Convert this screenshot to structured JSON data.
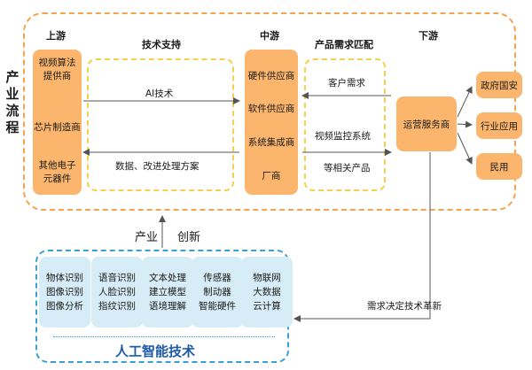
{
  "process_label": "产业流程",
  "headers": {
    "upstream": "上游",
    "tech_support": "技术支持",
    "midstream": "中游",
    "demand_match": "产品需求匹配",
    "downstream": "下游"
  },
  "upstream_items": [
    "视频算法\n提供商",
    "芯片制造商",
    "其他电子\n元器件"
  ],
  "tech_support": {
    "ai_tech": "AI技术",
    "data_solution": "数据、改进处理方案"
  },
  "midstream_items": [
    "硬件供应商",
    "软件供应商",
    "系统集成商",
    "厂商"
  ],
  "demand_items": {
    "customer_demand": "客户需求",
    "video_system": "视频监控系统",
    "related_products": "等相关产品"
  },
  "service_provider": "运营服务商",
  "downstream_items": [
    "政府国安",
    "行业应用",
    "民用"
  ],
  "feedback": {
    "industry": "产业",
    "innovation": "创新",
    "demand_driven": "需求决定技术革新"
  },
  "ai_technologies": {
    "title": "人工智能技术",
    "groups": [
      "物体识别\n图像识别\n图像分析",
      "语音识别\n人脸识别\n指纹识别",
      "文本处理\n建立模型\n语境理解",
      "传感器\n制动器\n智能硬件",
      "物联网\n大数据\n云计算"
    ]
  },
  "colors": {
    "orange_fill": "#fbb56c",
    "orange_dash": "#f2a451",
    "yellow_dash": "#f6cf4b",
    "blue_fill": "#d6ecf6",
    "blue_dash": "#3aa0d0",
    "title_blue": "#1e5aa8",
    "arrow_gray": "#555555"
  }
}
